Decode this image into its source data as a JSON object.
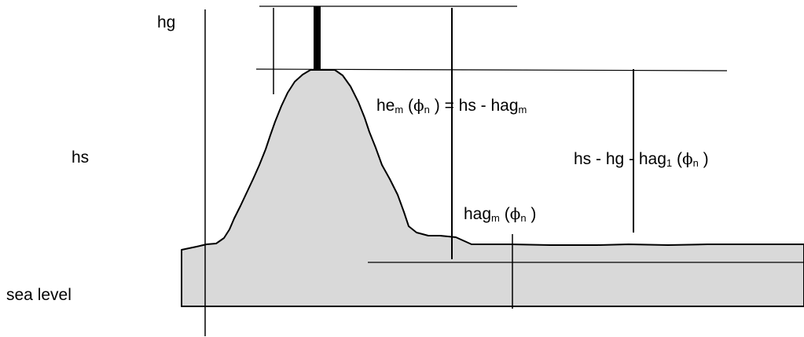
{
  "labels": {
    "hg": "hg",
    "hs": "hs",
    "sea_level": "sea level",
    "he_main": "he",
    "he_sub": "m",
    "he_open": " (",
    "he_phi": "ϕ",
    "he_phi_sub": "n",
    "he_rest": " ) = hs - hag",
    "he_rest_sub": "m",
    "hshg_main": "hs - hg - hag",
    "hshg_sub": "1",
    "hshg_open": " (",
    "hshg_phi": "ϕ",
    "hshg_phi_sub": "n",
    "hshg_close": " )",
    "hag_main": "hag",
    "hag_sub": "m",
    "hag_open": " (",
    "hag_phi": "ϕ",
    "hag_phi_sub": "n",
    "hag_close": " )"
  },
  "colors": {
    "terrain_fill": "#d9d9d9",
    "line": "#000000",
    "antenna": "#000000"
  }
}
